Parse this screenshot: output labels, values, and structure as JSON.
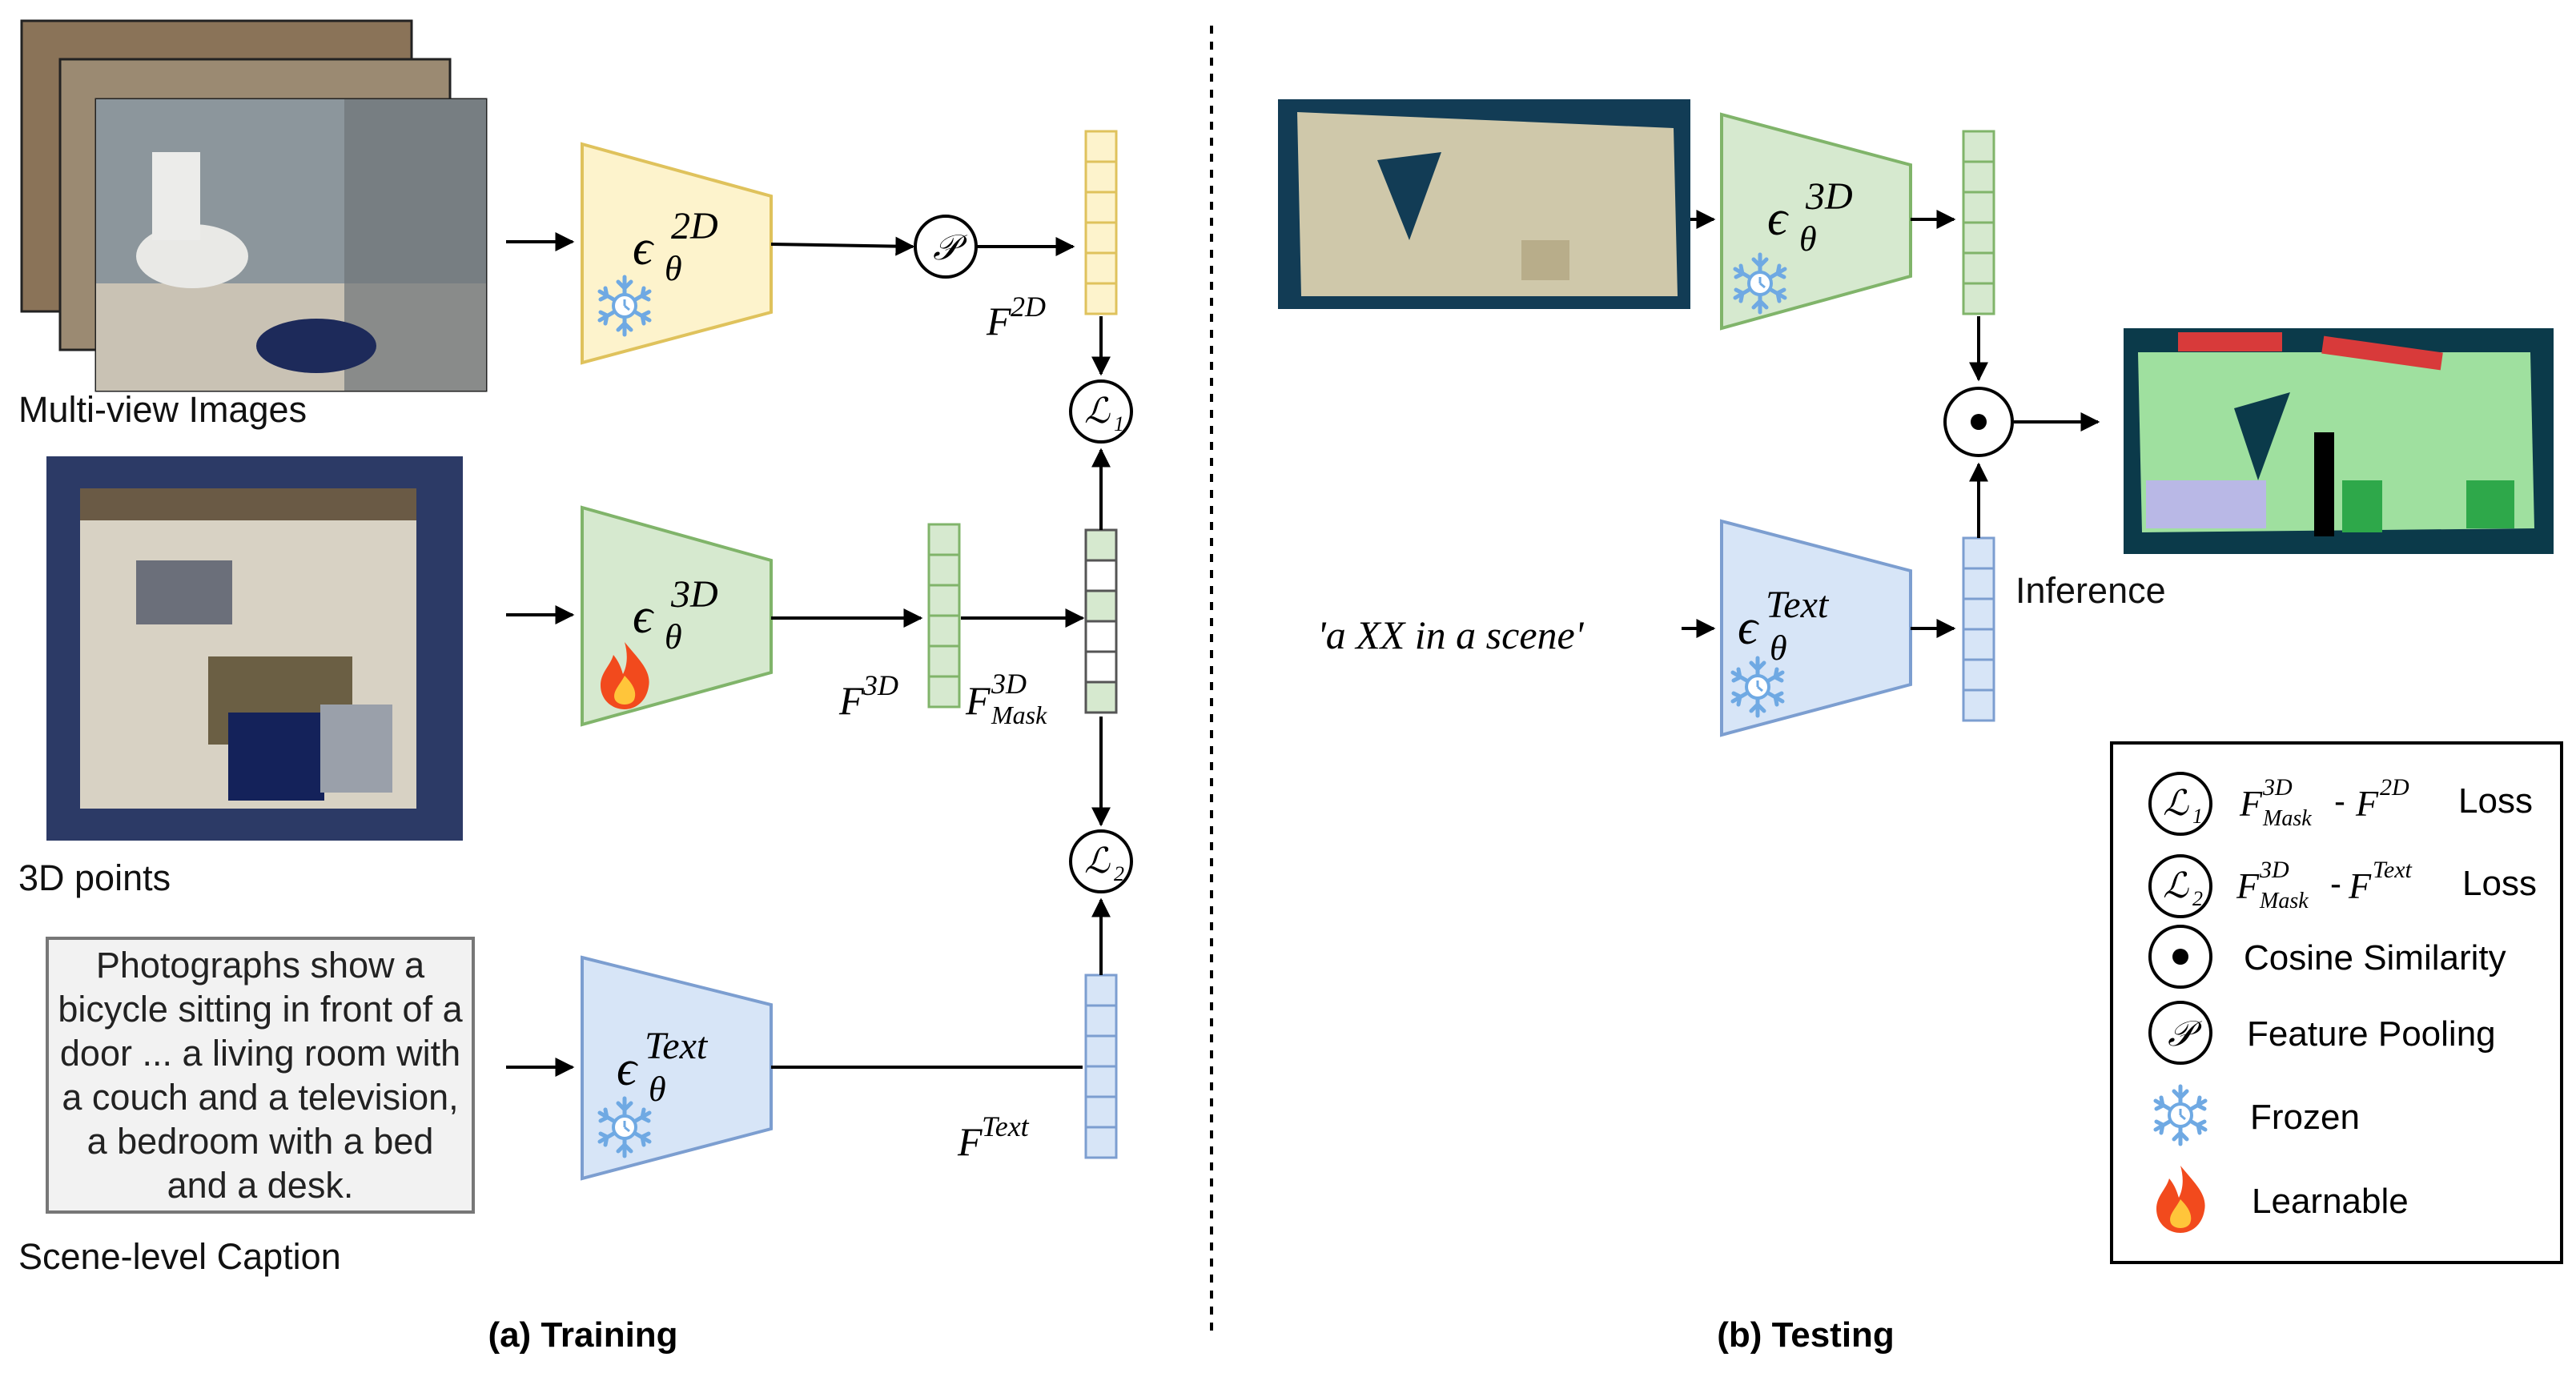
{
  "labels": {
    "multiview": "Multi-view Images",
    "points3d": "3D points",
    "caption_label": "Scene-level Caption",
    "training": "(a) Training",
    "testing": "(b) Testing",
    "inference": "Inference",
    "prompt": "'a XX in a scene'"
  },
  "caption_text": "Photographs show a bicycle sitting in front of a door ... a living room with a couch and a television, a bedroom with a bed and a desk.",
  "encoders": {
    "e2d": {
      "symbol": "ϵ",
      "sub": "θ",
      "sup": "2D"
    },
    "e3d": {
      "symbol": "ϵ",
      "sub": "θ",
      "sup": "3D"
    },
    "etext": {
      "symbol": "ϵ",
      "sub": "θ",
      "sup": "Text"
    }
  },
  "features": {
    "f2d": {
      "base": "F",
      "sup": "2D"
    },
    "f3d": {
      "base": "F",
      "sup": "3D"
    },
    "fmask": {
      "base": "F",
      "sup": "3D",
      "sub": "Mask"
    },
    "ftext": {
      "base": "F",
      "sup": "Text"
    }
  },
  "symbols": {
    "pool": "𝒫",
    "loss1": "ℒ",
    "loss1_sub": "1",
    "loss2": "ℒ",
    "loss2_sub": "2",
    "cosine": "●"
  },
  "legend": {
    "loss1_text": "Loss",
    "loss2_text": "Loss",
    "cosine": "Cosine Similarity",
    "pooling": "Feature Pooling",
    "frozen": "Frozen",
    "learnable": "Learnable",
    "dash": "-"
  },
  "colors": {
    "enc2d_fill": "#fdf3cc",
    "enc2d_stroke": "#dfc25c",
    "enc3d_fill": "#d6e9cf",
    "enc3d_stroke": "#80b46a",
    "enctext_fill": "#d7e5f7",
    "enctext_stroke": "#7c9ed0",
    "snowflake": "#6fa9e3",
    "flame_outer": "#f24a1d",
    "flame_inner": "#ffc53a",
    "seg_green": "#9fe09f",
    "seg_dark": "#0b3a4a",
    "seg_red": "#d83a3a",
    "seg_lav": "#b9b8e6"
  }
}
